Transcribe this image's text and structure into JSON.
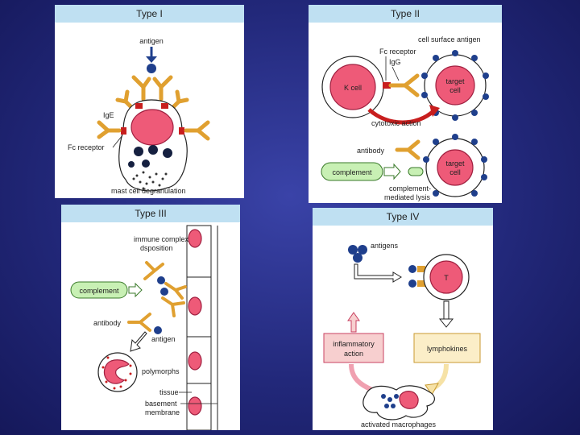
{
  "panels": {
    "type1": {
      "title": "Type I",
      "labels": {
        "antigen": "antigen",
        "ige": "IgE",
        "fc_receptor": "Fc receptor",
        "degranulation": "mast cell degranulation"
      }
    },
    "type2": {
      "title": "Type II",
      "labels": {
        "cell_surface_antigen": "cell surface antigen",
        "fc_receptor": "Fc receptor",
        "igg": "IgG",
        "k_cell": "K cell",
        "target_cell_1": "target",
        "target_cell_1b": "cell",
        "cytotoxic_action": "cytotoxic action",
        "antibody": "antibody",
        "complement": "complement",
        "target_cell_2": "target",
        "target_cell_2b": "cell",
        "complement_lysis_1": "complement-",
        "complement_lysis_2": "mediated lysis"
      }
    },
    "type3": {
      "title": "Type III",
      "labels": {
        "immune_complex_1": "immune complex",
        "immune_complex_2": "dsposition",
        "complement": "complement",
        "antibody": "antibody",
        "antigen": "antigen",
        "polymorphs": "polymorphs",
        "tissue": "tissue",
        "basement_1": "basement",
        "basement_2": "membrane"
      }
    },
    "type4": {
      "title": "Type IV",
      "labels": {
        "antigens": "antigens",
        "t_cell": "T",
        "inflammatory_1": "inflammatory",
        "inflammatory_2": "action",
        "lymphokines": "lymphokines",
        "activated_macrophages": "activated macrophages"
      }
    }
  },
  "colors": {
    "background": "#22287a",
    "header": "#bfe0f2",
    "antibody": "#e0a030",
    "antigen": "#1f3f8c",
    "cell": "#ee5a78",
    "complement": "#c8f0b4"
  }
}
